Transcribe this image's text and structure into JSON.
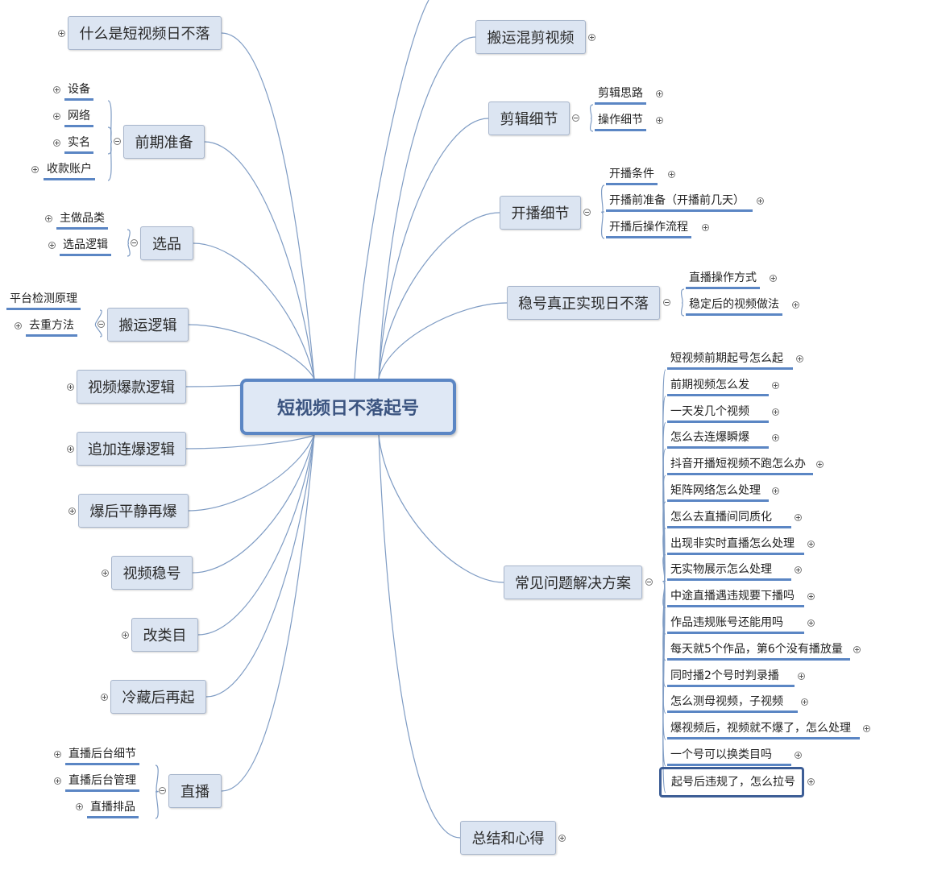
{
  "root": "短视频日不落起号",
  "left": [
    {
      "label": "什么是短视频日不落",
      "children": []
    },
    {
      "label": "前期准备",
      "children": [
        "设备",
        "网络",
        "实名",
        "收款账户"
      ]
    },
    {
      "label": "选品",
      "children": [
        "主做品类",
        "选品逻辑"
      ]
    },
    {
      "label": "搬运逻辑",
      "children": [
        "平台检测原理",
        "去重方法"
      ]
    },
    {
      "label": "视频爆款逻辑",
      "children": []
    },
    {
      "label": "追加连爆逻辑",
      "children": []
    },
    {
      "label": "爆后平静再爆",
      "children": []
    },
    {
      "label": "视频稳号",
      "children": []
    },
    {
      "label": "改类目",
      "children": []
    },
    {
      "label": "冷藏后再起",
      "children": []
    },
    {
      "label": "直播",
      "children": [
        "直播后台细节",
        "直播后台管理",
        "直播排品"
      ]
    }
  ],
  "right": [
    {
      "label": "搬运混剪视频",
      "children": []
    },
    {
      "label": "剪辑细节",
      "children": [
        "剪辑思路",
        "操作细节"
      ]
    },
    {
      "label": "开播细节",
      "children": [
        "开播条件",
        "开播前准备（开播前几天）",
        "开播后操作流程"
      ]
    },
    {
      "label": "稳号真正实现日不落",
      "children": [
        "直播操作方式",
        "稳定后的视频做法"
      ]
    },
    {
      "label": "常见问题解决方案",
      "children": [
        "短视频前期起号怎么起",
        "前期视频怎么发",
        "一天发几个视频",
        "怎么去连爆瞬爆",
        "抖音开播短视频不跑怎么办",
        "矩阵网络怎么处理",
        "怎么去直播间同质化",
        "出现非实时直播怎么处理",
        "无实物展示怎么处理",
        "中途直播遇违规要下播吗",
        "作品违规账号还能用吗",
        "每天就5个作品，第6个没有播放量",
        "同时播2个号时判录播",
        "怎么测母视频，子视频",
        "爆视频后，视频就不爆了，怎么处理",
        "一个号可以换类目吗",
        "起号后违规了，怎么拉号"
      ]
    },
    {
      "label": "总结和心得",
      "children": []
    }
  ],
  "colors": {
    "line": "#7f9cc4",
    "node_fill": "#dce5f2",
    "accent": "#5b86c4"
  }
}
